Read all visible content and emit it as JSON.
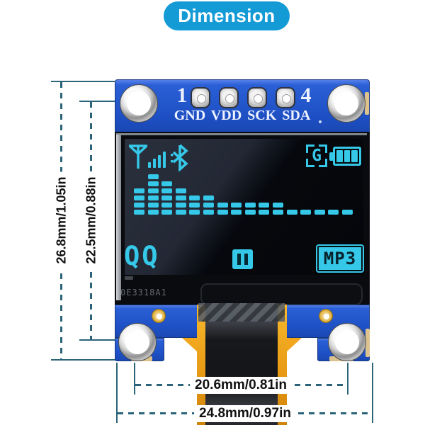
{
  "badge": {
    "label": "Dimension"
  },
  "colors": {
    "badge_bg": "#149bd6",
    "screen_accent": "#35c8e8",
    "dimension_line": "#2b6478",
    "pcb_blue": "#1e50c4",
    "kapton_orange": "#eda01a"
  },
  "module": {
    "pin_left_number": "1",
    "pin_right_number": "4",
    "pin_labels": "GND VDD SCK SDA",
    "part_number": "0E3318A1"
  },
  "screen": {
    "status_icons": [
      "antenna-signal",
      "bluetooth",
      "g-network",
      "battery-full"
    ],
    "g_letter": "G",
    "battery_segments": 3,
    "equalizer_columns": [
      4,
      6,
      5,
      4,
      3,
      3,
      2,
      2,
      2,
      2,
      2,
      1,
      1,
      1,
      1,
      1
    ],
    "qq_text": "QQ",
    "player_state_icon": "pause",
    "mp3_text": "MP3"
  },
  "dimensions": {
    "left_outer_label": "26.8mm/1.05in",
    "left_inner_label": "22.5mm/0.88in",
    "bottom_inner_label": "20.6mm/0.81in",
    "bottom_outer_label": "24.8mm/0.97in"
  }
}
